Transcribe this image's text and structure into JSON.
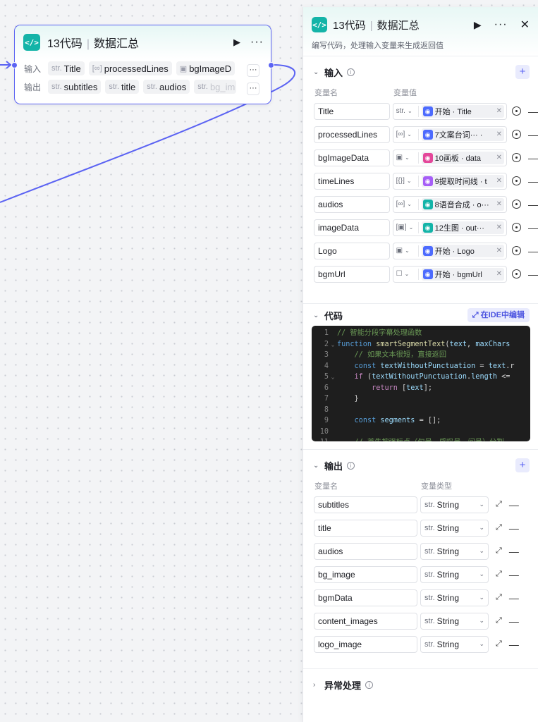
{
  "node": {
    "icon": "</>",
    "title_num": "13代码",
    "title_sep": "|",
    "title_name": "数据汇总",
    "input_label": "输入",
    "output_label": "输出",
    "inputs": [
      {
        "type": "str.",
        "name": "Title"
      },
      {
        "type": "[∞]",
        "name": "processedLines"
      },
      {
        "type": "▣",
        "name": "bgImageD"
      }
    ],
    "outputs": [
      {
        "type": "str.",
        "name": "subtitles"
      },
      {
        "type": "str.",
        "name": "title"
      },
      {
        "type": "str.",
        "name": "audios"
      },
      {
        "type": "str.",
        "name": "bg_im"
      }
    ],
    "more": "···"
  },
  "panel": {
    "icon": "</>",
    "title_num": "13代码",
    "title_sep": "|",
    "title_name": "数据汇总",
    "description": "编写代码，处理输入变量来生成返回值",
    "input_section": {
      "title": "输入",
      "col_name": "变量名",
      "col_value": "变量值",
      "rows": [
        {
          "name": "Title",
          "type": "str.",
          "ref": "开始 · Title",
          "ref_color": "#4d6bfe",
          "ref_icon": "play-node-icon"
        },
        {
          "name": "processedLines",
          "type": "[∞]",
          "ref": "7文案台词··· ·",
          "ref_color": "#4d6bfe",
          "ref_icon": "text-node-icon"
        },
        {
          "name": "bgImageData",
          "type": "▣",
          "ref": "10画板 · data",
          "ref_color": "#e4479a",
          "ref_icon": "canvas-node-icon"
        },
        {
          "name": "timeLines",
          "type": "[{}]",
          "ref": "9提取时间线 · t",
          "ref_color": "#a65ef7",
          "ref_icon": "extract-node-icon"
        },
        {
          "name": "audios",
          "type": "[∞]",
          "ref": "8语音合成 · o···",
          "ref_color": "#14b4a8",
          "ref_icon": "plugin-node-icon"
        },
        {
          "name": "imageData",
          "type": "[▣]",
          "ref": "12生图 · out···",
          "ref_color": "#14b4a8",
          "ref_icon": "plugin-node-icon"
        },
        {
          "name": "Logo",
          "type": "▣",
          "ref": "开始 · Logo",
          "ref_color": "#4d6bfe",
          "ref_icon": "play-node-icon"
        },
        {
          "name": "bgmUrl",
          "type": "☐",
          "ref": "开始 · bgmUrl",
          "ref_color": "#4d6bfe",
          "ref_icon": "play-node-icon"
        }
      ]
    },
    "code_section": {
      "title": "代码",
      "ide_label": "在IDE中编辑",
      "lines": [
        {
          "n": "1",
          "fold": "",
          "parts": [
            [
              "com",
              "// 智能分段字幕处理函数"
            ]
          ]
        },
        {
          "n": "2",
          "fold": "⌄",
          "parts": [
            [
              "kw",
              "function "
            ],
            [
              "fn",
              "smartSegmentText"
            ],
            [
              "cc",
              "("
            ],
            [
              "var",
              "text"
            ],
            [
              "cc",
              ", "
            ],
            [
              "var",
              "maxChars"
            ],
            [
              "cc",
              " "
            ]
          ]
        },
        {
          "n": "3",
          "fold": "",
          "parts": [
            [
              "cc",
              "    "
            ],
            [
              "com",
              "// 如果文本很短，直接返回"
            ]
          ]
        },
        {
          "n": "4",
          "fold": "",
          "parts": [
            [
              "cc",
              "    "
            ],
            [
              "kw",
              "const "
            ],
            [
              "var",
              "textWithoutPunctuation"
            ],
            [
              "cc",
              " = "
            ],
            [
              "var",
              "text"
            ],
            [
              "cc",
              ".r"
            ]
          ]
        },
        {
          "n": "5",
          "fold": "⌄",
          "parts": [
            [
              "cc",
              "    "
            ],
            [
              "ctl",
              "if "
            ],
            [
              "cc",
              "("
            ],
            [
              "var",
              "textWithoutPunctuation"
            ],
            [
              "cc",
              "."
            ],
            [
              "var",
              "length"
            ],
            [
              "cc",
              " <= "
            ]
          ]
        },
        {
          "n": "6",
          "fold": "",
          "parts": [
            [
              "cc",
              "        "
            ],
            [
              "ctl",
              "return "
            ],
            [
              "cc",
              "["
            ],
            [
              "var",
              "text"
            ],
            [
              "cc",
              "];"
            ]
          ]
        },
        {
          "n": "7",
          "fold": "",
          "parts": [
            [
              "cc",
              "    }"
            ]
          ]
        },
        {
          "n": "8",
          "fold": "",
          "parts": [
            [
              "cc",
              ""
            ]
          ]
        },
        {
          "n": "9",
          "fold": "",
          "parts": [
            [
              "cc",
              "    "
            ],
            [
              "kw",
              "const "
            ],
            [
              "var",
              "segments"
            ],
            [
              "cc",
              " = [];"
            ]
          ]
        },
        {
          "n": "10",
          "fold": "",
          "parts": [
            [
              "cc",
              ""
            ]
          ]
        },
        {
          "n": "11",
          "fold": "",
          "parts": [
            [
              "cc",
              "    "
            ],
            [
              "com",
              "// 首先按强标点（句号、感叹号、问号）分割"
            ]
          ]
        }
      ]
    },
    "output_section": {
      "title": "输出",
      "col_name": "变量名",
      "col_type": "变量类型",
      "rows": [
        {
          "name": "subtitles",
          "type": "str.",
          "type_name": "String"
        },
        {
          "name": "title",
          "type": "str.",
          "type_name": "String"
        },
        {
          "name": "audios",
          "type": "str.",
          "type_name": "String"
        },
        {
          "name": "bg_image",
          "type": "str.",
          "type_name": "String"
        },
        {
          "name": "bgmData",
          "type": "str.",
          "type_name": "String"
        },
        {
          "name": "content_images",
          "type": "str.",
          "type_name": "String"
        },
        {
          "name": "logo_image",
          "type": "str.",
          "type_name": "String"
        }
      ]
    },
    "error_section": {
      "title": "异常处理"
    }
  },
  "colors": {
    "accent": "#5b63f3",
    "code_icon": "#14b4a8",
    "code_bg": "#1e1e1e"
  }
}
